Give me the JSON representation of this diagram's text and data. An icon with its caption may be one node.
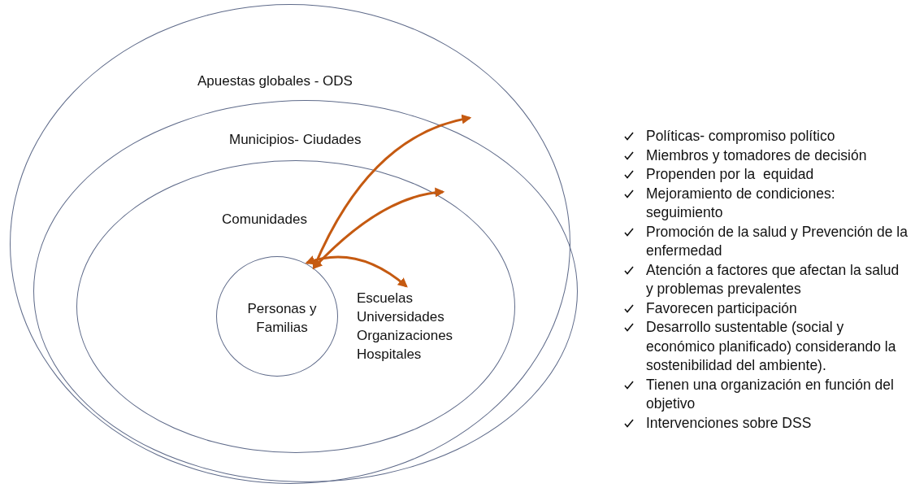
{
  "diagram": {
    "nodes": [
      {
        "text": [
          "Apuestas globales - ODS"
        ]
      },
      {
        "text": [
          "Municipios- Ciudades"
        ],
        "in": 0
      },
      {
        "text": [
          "Comunidades"
        ],
        "in": 1
      },
      {
        "text": [
          "Personas y Familias"
        ],
        "in": 2
      },
      {
        "text": [
          "Escuelas Universidades Organizaciones Hospitales"
        ],
        "in": 2
      }
    ],
    "edges": [
      {
        "from": 3,
        "to": null,
        "arrow": "both"
      },
      {
        "from": 3,
        "to": null,
        "arrow": "both"
      },
      {
        "from": 3,
        "to": 4,
        "arrow": "both"
      }
    ],
    "labels": [
      "Políticas- compromiso político",
      "Miembros y tomadores de decisión",
      "Propenden por la  equidad",
      "Mejoramiento de condiciones: seguimiento",
      "Promoción de la salud y Prevención de la enfermedad",
      "Atención a factores que afectan la salud y problemas prevalentes",
      "Favorecen participación",
      "Desarrollo sustentable (social y económico planificado) considerando la sostenibilidad del ambiente).",
      "Tienen una organización en función del objetivo",
      "Intervenciones sobre DSS"
    ]
  }
}
